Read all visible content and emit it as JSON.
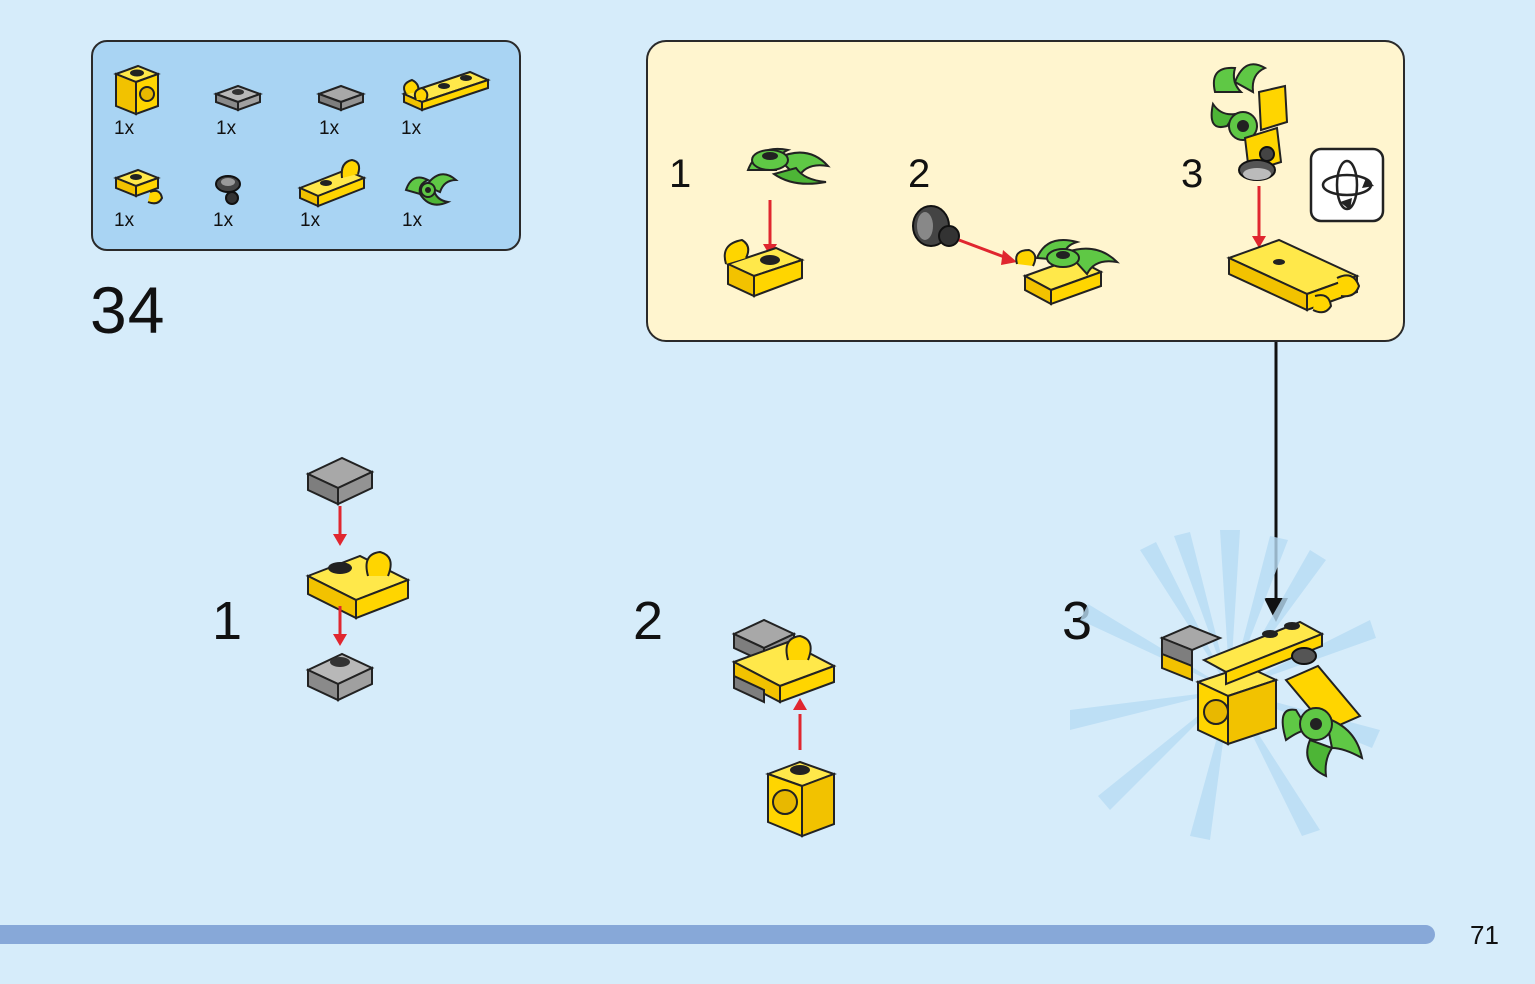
{
  "parts_list": {
    "items": [
      {
        "qty": "1x",
        "part": "yellow-1x1-brick-with-hole"
      },
      {
        "qty": "1x",
        "part": "gray-1x1-round-plate"
      },
      {
        "qty": "1x",
        "part": "gray-1x1-tile"
      },
      {
        "qty": "1x",
        "part": "yellow-1x3-plate-with-clips"
      },
      {
        "qty": "1x",
        "part": "yellow-1x1-plate-with-clip"
      },
      {
        "qty": "1x",
        "part": "black-ball-joint"
      },
      {
        "qty": "1x",
        "part": "yellow-1x2-plate-with-clip"
      },
      {
        "qty": "1x",
        "part": "green-leaf-claw"
      }
    ]
  },
  "step": {
    "number": "34"
  },
  "sub_assembly": {
    "steps": [
      {
        "number": "1"
      },
      {
        "number": "2"
      },
      {
        "number": "3"
      }
    ],
    "rotate_icon": "rotate-model-icon"
  },
  "main_steps": [
    {
      "number": "1"
    },
    {
      "number": "2"
    },
    {
      "number": "3"
    }
  ],
  "page": {
    "number": "71"
  },
  "colors": {
    "background": "#d6ecfa",
    "parts_box": "#a9d4f3",
    "sub_box": "#fff5cf",
    "brick_yellow": "#ffd500",
    "brick_gray": "#8e8e8e",
    "leaf_green": "#5fc845",
    "arrow_red": "#e0262f",
    "progress": "#87a8d8"
  }
}
